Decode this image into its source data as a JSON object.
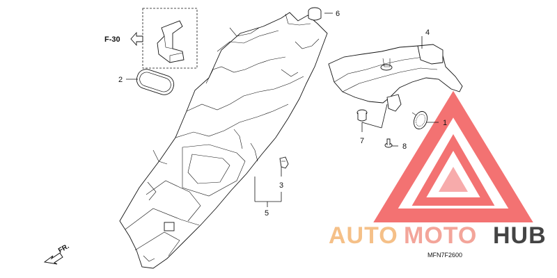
{
  "diagram": {
    "reference": "F-30",
    "front_label": "FR.",
    "diagram_code": "MFN7F2600",
    "watermark": {
      "part1": "AUTO",
      "part2": "MOTO",
      "part3": "HUB",
      "color_auto": "#f5c088",
      "color_moto": "#f3a59a",
      "color_hub": "#444444",
      "triangle_color": "#ef4444"
    },
    "callouts": [
      "1",
      "2",
      "3",
      "4",
      "5",
      "6",
      "7",
      "8"
    ]
  }
}
